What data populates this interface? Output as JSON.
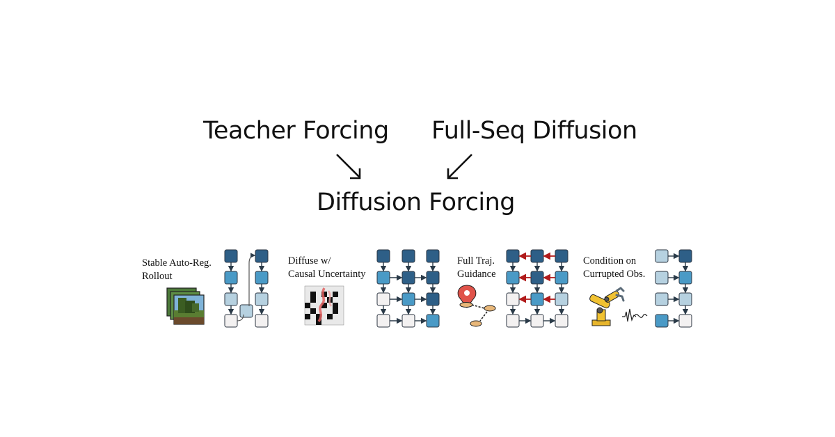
{
  "titles": {
    "teacher_forcing": "Teacher Forcing",
    "full_seq_diffusion": "Full-Seq Diffusion",
    "diffusion_forcing": "Diffusion Forcing"
  },
  "panels": [
    {
      "line1": "Stable Auto-Reg.",
      "line2": "Rollout",
      "icon": "minecraft-frames-icon"
    },
    {
      "line1": "Diffuse w/",
      "line2": "Causal Uncertainty",
      "icon": "maze-icon"
    },
    {
      "line1": "Full Traj.",
      "line2": "Guidance",
      "icon": "location-pin-icon"
    },
    {
      "line1": "Condition on",
      "line2": "Currupted Obs.",
      "icon": "robot-arm-icon"
    }
  ],
  "colors": {
    "dark": "#2e5f87",
    "mid": "#4a9ac6",
    "light": "#b6d1e0",
    "empty": "#f3f1f1",
    "arrow": "#2a3a48",
    "guidance_arrow": "#b11b1b"
  }
}
